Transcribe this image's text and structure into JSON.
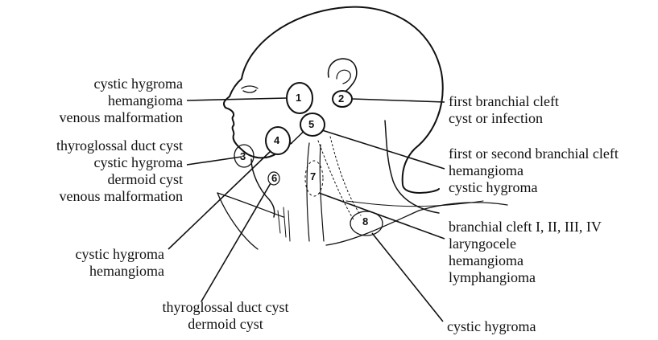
{
  "regions": [
    {
      "number": "1",
      "lines": [
        "cystic hygroma",
        "hemangioma",
        "venous malformation"
      ]
    },
    {
      "number": "2",
      "lines": [
        "first branchial cleft",
        "cyst or infection"
      ]
    },
    {
      "number": "3",
      "lines": [
        "thyroglossal duct cyst",
        "cystic hygroma",
        "dermoid cyst",
        "venous malformation"
      ]
    },
    {
      "number": "4",
      "lines": [
        "cystic hygroma",
        "hemangioma"
      ]
    },
    {
      "number": "5",
      "lines": [
        "first or second branchial cleft",
        "hemangioma",
        "cystic hygroma"
      ]
    },
    {
      "number": "6",
      "lines": [
        "thyroglossal duct cyst",
        "dermoid cyst"
      ]
    },
    {
      "number": "7",
      "lines": [
        "branchial cleft I, II, III, IV",
        "laryngocele",
        "hemangioma",
        "lymphangioma"
      ]
    },
    {
      "number": "8",
      "lines": [
        "cystic hygroma"
      ]
    }
  ]
}
